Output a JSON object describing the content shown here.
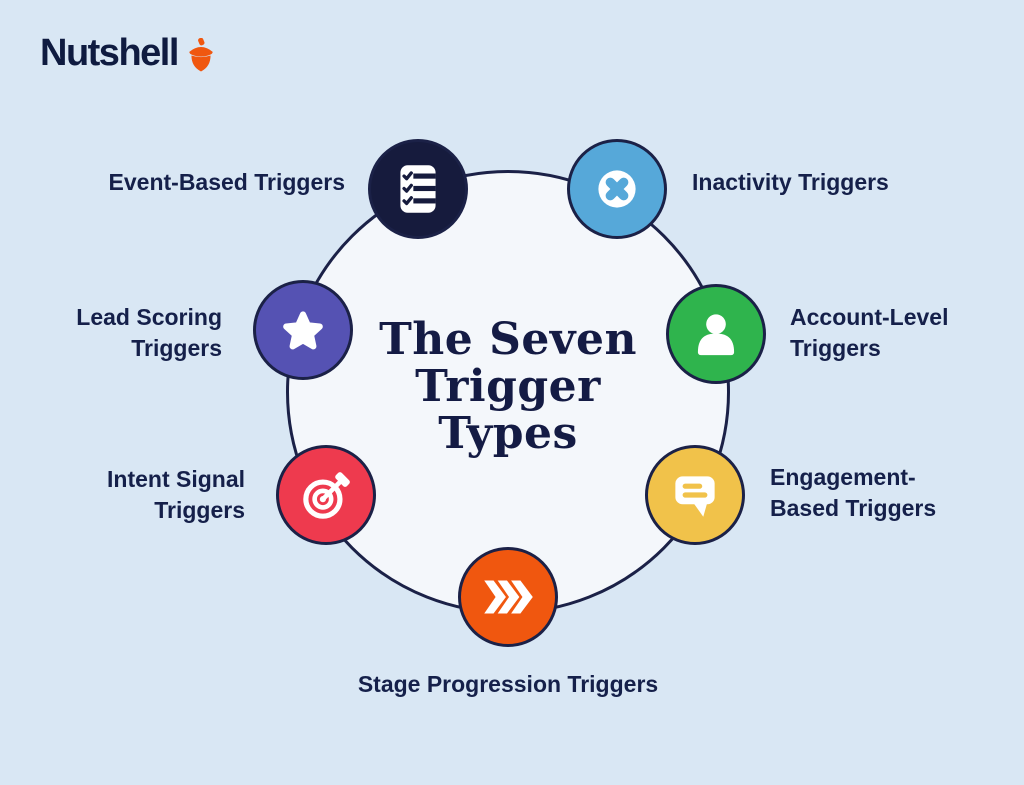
{
  "page": {
    "background": "#d9e7f4"
  },
  "logo": {
    "brand": "Nutshell",
    "brand_color": "#0f1b40",
    "acorn_color": "#f0570f"
  },
  "diagram": {
    "title": "The Seven\nTrigger\nTypes",
    "title_color": "#141b44",
    "hub_fill": "#f4f7fb",
    "outline_color": "#1b2147",
    "nodes": [
      {
        "label": "Event-Based Triggers",
        "icon": "checklist-icon",
        "color": "#161b3d"
      },
      {
        "label": "Inactivity Triggers",
        "icon": "x-mark-icon",
        "color": "#56a8d9"
      },
      {
        "label": "Account-Level\nTriggers",
        "icon": "person-icon",
        "color": "#2fb44d"
      },
      {
        "label": "Engagement-\nBased Triggers",
        "icon": "chat-bubble-icon",
        "color": "#f1c24a"
      },
      {
        "label": "Stage Progression Triggers",
        "icon": "chevrons-icon",
        "color": "#f0570f"
      },
      {
        "label": "Intent Signal\nTriggers",
        "icon": "target-dart-icon",
        "color": "#ee3a4e"
      },
      {
        "label": "Lead Scoring\nTriggers",
        "icon": "star-icon",
        "color": "#5552b3"
      }
    ]
  }
}
